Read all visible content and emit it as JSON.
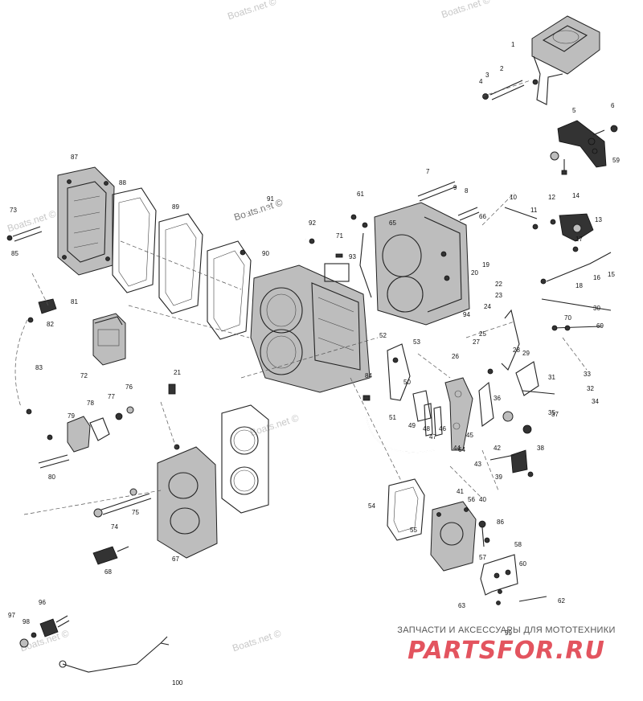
{
  "watermark": "Boats.net ©",
  "logo": {
    "tagline": "ЗАПЧАСТИ И АКСЕССУАРЫ ДЛЯ МОТОТЕХНИКИ",
    "name": "PARTSFOR.RU",
    "color": "#e3545f"
  },
  "callouts": [
    {
      "id": "c1",
      "text": "1"
    },
    {
      "id": "c2",
      "text": "2"
    },
    {
      "id": "c3",
      "text": "3"
    },
    {
      "id": "c4",
      "text": "4"
    },
    {
      "id": "c5",
      "text": "5"
    },
    {
      "id": "c6",
      "text": "6"
    },
    {
      "id": "c7",
      "text": "7"
    },
    {
      "id": "c8",
      "text": "8"
    },
    {
      "id": "c9",
      "text": "9"
    },
    {
      "id": "c10",
      "text": "10"
    },
    {
      "id": "c11",
      "text": "11"
    },
    {
      "id": "c12",
      "text": "12"
    },
    {
      "id": "c13",
      "text": "13"
    },
    {
      "id": "c14",
      "text": "14"
    },
    {
      "id": "c15",
      "text": "15"
    },
    {
      "id": "c16",
      "text": "16"
    },
    {
      "id": "c17",
      "text": "17"
    },
    {
      "id": "c18",
      "text": "18"
    },
    {
      "id": "c19",
      "text": "19"
    },
    {
      "id": "c20",
      "text": "20"
    },
    {
      "id": "c21",
      "text": "21"
    },
    {
      "id": "c22",
      "text": "22"
    },
    {
      "id": "c23",
      "text": "23"
    },
    {
      "id": "c24",
      "text": "24"
    },
    {
      "id": "c25",
      "text": "25"
    },
    {
      "id": "c26",
      "text": "26"
    },
    {
      "id": "c27",
      "text": "27"
    },
    {
      "id": "c28",
      "text": "28"
    },
    {
      "id": "c29",
      "text": "29"
    },
    {
      "id": "c30",
      "text": "30"
    },
    {
      "id": "c31",
      "text": "31"
    },
    {
      "id": "c32",
      "text": "32"
    },
    {
      "id": "c33",
      "text": "33"
    },
    {
      "id": "c34",
      "text": "34"
    },
    {
      "id": "c35",
      "text": "35"
    },
    {
      "id": "c36",
      "text": "36"
    },
    {
      "id": "c37",
      "text": "37"
    },
    {
      "id": "c38",
      "text": "38"
    },
    {
      "id": "c39",
      "text": "39"
    },
    {
      "id": "c40",
      "text": "40"
    },
    {
      "id": "c41",
      "text": "41"
    },
    {
      "id": "c42",
      "text": "42"
    },
    {
      "id": "c43",
      "text": "43"
    },
    {
      "id": "c44",
      "text": "44"
    },
    {
      "id": "c45",
      "text": "45"
    },
    {
      "id": "c46",
      "text": "46"
    },
    {
      "id": "c47",
      "text": "47"
    },
    {
      "id": "c48",
      "text": "48"
    },
    {
      "id": "c49",
      "text": "49"
    },
    {
      "id": "c50",
      "text": "50"
    },
    {
      "id": "c51",
      "text": "51"
    },
    {
      "id": "c52",
      "text": "52"
    },
    {
      "id": "c53",
      "text": "53"
    },
    {
      "id": "c54",
      "text": "54"
    },
    {
      "id": "c55",
      "text": "55"
    },
    {
      "id": "c56",
      "text": "56"
    },
    {
      "id": "c57",
      "text": "57"
    },
    {
      "id": "c58",
      "text": "58"
    },
    {
      "id": "c59",
      "text": "59"
    },
    {
      "id": "c60",
      "text": "60"
    },
    {
      "id": "c61",
      "text": "61"
    },
    {
      "id": "c62",
      "text": "62"
    },
    {
      "id": "c63",
      "text": "63"
    },
    {
      "id": "c64",
      "text": "64"
    },
    {
      "id": "c65",
      "text": "65"
    },
    {
      "id": "c66",
      "text": "66"
    },
    {
      "id": "c67",
      "text": "67"
    },
    {
      "id": "c68",
      "text": "68"
    },
    {
      "id": "c69",
      "text": "69"
    },
    {
      "id": "c70",
      "text": "70"
    },
    {
      "id": "c71",
      "text": "71"
    },
    {
      "id": "c72",
      "text": "72"
    },
    {
      "id": "c73",
      "text": "73"
    },
    {
      "id": "c74",
      "text": "74"
    },
    {
      "id": "c75",
      "text": "75"
    },
    {
      "id": "c76",
      "text": "76"
    },
    {
      "id": "c77",
      "text": "77"
    },
    {
      "id": "c78",
      "text": "78"
    },
    {
      "id": "c79",
      "text": "79"
    },
    {
      "id": "c80",
      "text": "80"
    },
    {
      "id": "c81",
      "text": "81"
    },
    {
      "id": "c82",
      "text": "82"
    },
    {
      "id": "c83",
      "text": "83"
    },
    {
      "id": "c84",
      "text": "84"
    },
    {
      "id": "c85",
      "text": "85"
    },
    {
      "id": "c86",
      "text": "86"
    },
    {
      "id": "c87",
      "text": "87"
    },
    {
      "id": "c88",
      "text": "88"
    },
    {
      "id": "c89",
      "text": "89"
    },
    {
      "id": "c90",
      "text": "90"
    },
    {
      "id": "c91",
      "text": "91"
    },
    {
      "id": "c92",
      "text": "92"
    },
    {
      "id": "c93",
      "text": "93"
    },
    {
      "id": "c94",
      "text": "94"
    },
    {
      "id": "c96",
      "text": "96"
    },
    {
      "id": "c97",
      "text": "97"
    },
    {
      "id": "c98",
      "text": "98"
    },
    {
      "id": "c99",
      "text": "99"
    },
    {
      "id": "c100",
      "text": "100"
    }
  ]
}
